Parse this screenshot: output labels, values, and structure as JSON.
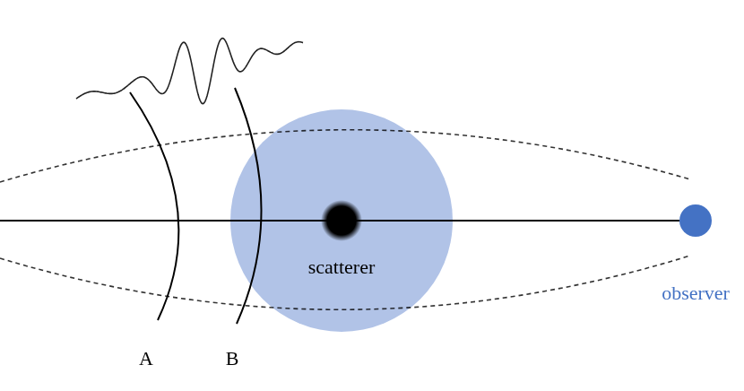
{
  "diagram": {
    "nodes": [
      {
        "text": [
          "scatterer"
        ]
      },
      {
        "text": [
          "observer"
        ]
      }
    ],
    "edges": [
      {
        "from": 0,
        "to": 1,
        "arrow": "none"
      }
    ],
    "labels": [
      "A",
      "B"
    ]
  }
}
